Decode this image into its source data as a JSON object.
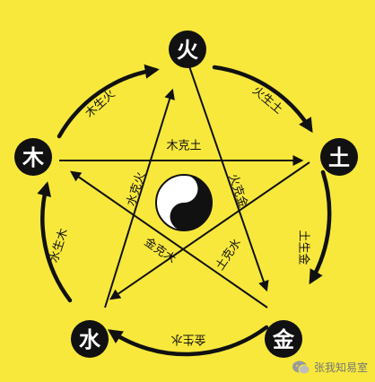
{
  "diagram": {
    "background": "#f7e83b",
    "ink": "#111111",
    "elements": {
      "fire": "火",
      "earth": "土",
      "metal": "金",
      "water": "水",
      "wood": "木"
    },
    "generating": {
      "wood_fire": "木生火",
      "fire_earth": "火生土",
      "earth_metal": "土生金",
      "metal_water": "金生水",
      "water_wood": "水生木"
    },
    "overcoming": {
      "wood_earth": "木克土",
      "fire_metal": "火克金",
      "earth_water": "土克水",
      "metal_wood": "金克木",
      "water_fire": "水克火"
    },
    "center_icon": "yin-yang-icon",
    "watermark": {
      "icon": "wechat-icon",
      "text": "张我知易室"
    }
  }
}
